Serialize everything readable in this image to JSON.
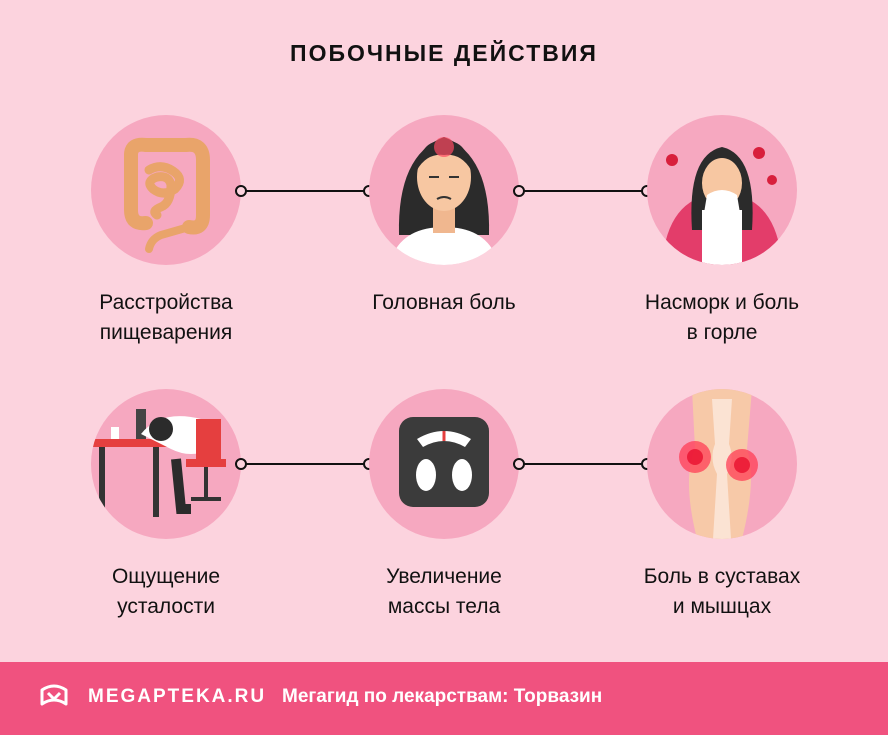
{
  "title": "ПОБОЧНЫЕ ДЕЙСТВИЯ",
  "items": [
    {
      "label_line1": "Расстройства",
      "label_line2": "пищеварения",
      "icon": "intestines-icon"
    },
    {
      "label_line1": "Головная боль",
      "label_line2": "",
      "icon": "headache-woman-icon"
    },
    {
      "label_line1": "Насморк и боль",
      "label_line2": "в горле",
      "icon": "sneezing-woman-icon"
    },
    {
      "label_line1": "Ощущение",
      "label_line2": "усталости",
      "icon": "tired-at-desk-icon"
    },
    {
      "label_line1": "Увеличение",
      "label_line2": "массы тела",
      "icon": "scale-icon"
    },
    {
      "label_line1": "Боль в суставах",
      "label_line2": "и мышцах",
      "icon": "knee-joint-icon"
    }
  ],
  "footer": {
    "brand": "MEGAPTEKA.RU",
    "tagline": "Мегагид по лекарствам: Торвазин"
  },
  "colors": {
    "background": "#fcd3de",
    "circle": "#f6a8c0",
    "footer": "#f0527f"
  }
}
